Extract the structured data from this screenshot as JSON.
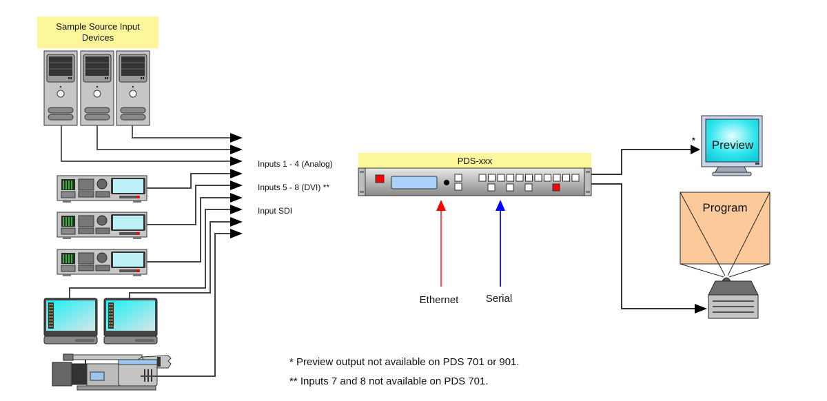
{
  "source_box": {
    "title_line1": "Sample Source Input",
    "title_line2": "Devices"
  },
  "source_devices": {
    "computers": 3,
    "video_recorders": 3,
    "laptops": 2,
    "cameras": 1
  },
  "input_labels": [
    "Inputs 1 - 4 (Analog)",
    "Inputs 5 - 8 (DVI) **",
    "Input SDI"
  ],
  "processor": {
    "name": "PDS-xxx"
  },
  "control_inputs": [
    {
      "label": "Ethernet",
      "color": "#ff0000"
    },
    {
      "label": "Serial",
      "color": "#0000ff"
    }
  ],
  "outputs": {
    "preview": {
      "label": "Preview",
      "marker": "*"
    },
    "program": {
      "label": "Program"
    }
  },
  "footnotes": [
    "* Preview output not available on PDS 701 or 901.",
    "** Inputs 7 and 8 not available on PDS 701."
  ],
  "colors": {
    "label_box": "#fbf79a",
    "monitor_screen": "#33e6ef",
    "program_screen": "#fcc99b",
    "device_gray": "#c0c0c0"
  }
}
